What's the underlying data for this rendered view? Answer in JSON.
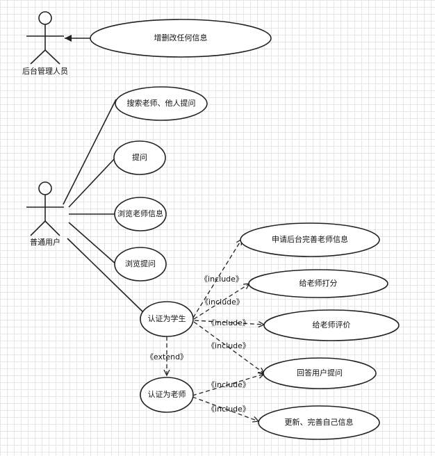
{
  "actors": {
    "admin": "后台管理人员",
    "user": "普通用户"
  },
  "usecases": {
    "manage_info": "增删改任何信息",
    "search": "搜索老师、他人提问",
    "ask": "提问",
    "browse_teacher": "浏览老师信息",
    "browse_questions": "浏览提问",
    "student": "认证为学生",
    "teacher": "认证为老师",
    "apply": "申请后台完善老师信息",
    "rate": "给老师打分",
    "review": "给老师评价",
    "answer": "回答用户提问",
    "update": "更新、完善自己信息"
  },
  "stereotypes": {
    "include": "《include》",
    "extend": "《extend》"
  }
}
